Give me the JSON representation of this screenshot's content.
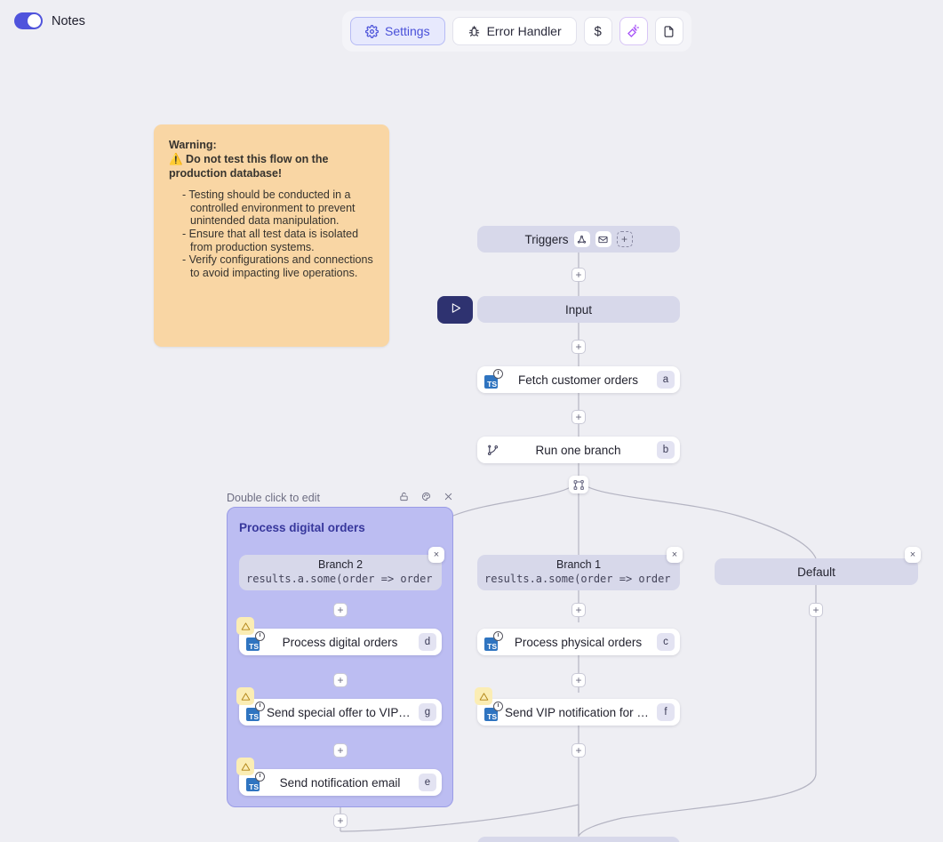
{
  "topbar": {
    "notes_label": "Notes",
    "notes_toggle_on": true,
    "buttons": [
      {
        "label": "Settings",
        "icon": "gear-icon",
        "active": true
      },
      {
        "label": "Error Handler",
        "icon": "bug-icon",
        "active": false
      },
      {
        "label": "$",
        "icon": "dollar-icon",
        "active": false
      },
      {
        "label": "",
        "icon": "magic-wand-icon",
        "active": false
      },
      {
        "label": "",
        "icon": "file-icon",
        "active": false
      }
    ]
  },
  "note": {
    "title_line1": "Warning:",
    "title_line2": "⚠️ Do not test this flow on the production database!",
    "bullets": [
      "Testing should be conducted in a controlled environment to prevent unintended data manipulation.",
      "Ensure that all test data is isolated from production systems.",
      "Verify configurations and connections to avoid impacting live operations."
    ]
  },
  "flow": {
    "triggers": {
      "label": "Triggers",
      "icons": [
        "webhook-icon",
        "email-icon"
      ],
      "add_label": "+"
    },
    "input": {
      "label": "Input"
    },
    "run_button_icon": "play-icon",
    "nodes": [
      {
        "label": "Fetch customer orders",
        "key": "a",
        "icon": "typescript-icon",
        "warning": false
      },
      {
        "label": "Run one branch",
        "key": "b",
        "icon": "branch-icon",
        "warning": false
      }
    ],
    "branch_glyph": "branch-split-icon",
    "branches": [
      {
        "name": "Branch 2",
        "expr": "results.a.some(order => order.type",
        "column": "left"
      },
      {
        "name": "Branch 1",
        "expr": "results.a.some(order => order.type",
        "column": "middle"
      },
      {
        "name": "Default",
        "expr": "",
        "column": "right"
      }
    ],
    "group": {
      "header_label": "Double click to edit",
      "header_icons": [
        "lock-icon",
        "palette-icon",
        "close-icon"
      ],
      "title": "Process digital orders",
      "nodes": [
        {
          "label": "Process digital orders",
          "key": "d",
          "icon": "typescript-icon",
          "warning": true
        },
        {
          "label": "Send special offer to VIP digital c...",
          "key": "g",
          "icon": "typescript-icon",
          "warning": true
        },
        {
          "label": "Send notification email",
          "key": "e",
          "icon": "typescript-icon",
          "warning": true
        }
      ]
    },
    "middle_nodes": [
      {
        "label": "Process physical orders",
        "key": "c",
        "icon": "typescript-icon",
        "warning": false
      },
      {
        "label": "Send VIP notification for physical...",
        "key": "f",
        "icon": "typescript-icon",
        "warning": true
      }
    ],
    "plus_label": "+",
    "close_label": "×"
  },
  "colors": {
    "canvas": "#eeeef3",
    "accent": "#4f53dc",
    "node_lavender": "#d7d8ea",
    "group_fill": "#bcbdf2",
    "note_fill": "#f9d6a4",
    "warning_badge": "#fbedb4",
    "play_button": "#2e3270"
  }
}
